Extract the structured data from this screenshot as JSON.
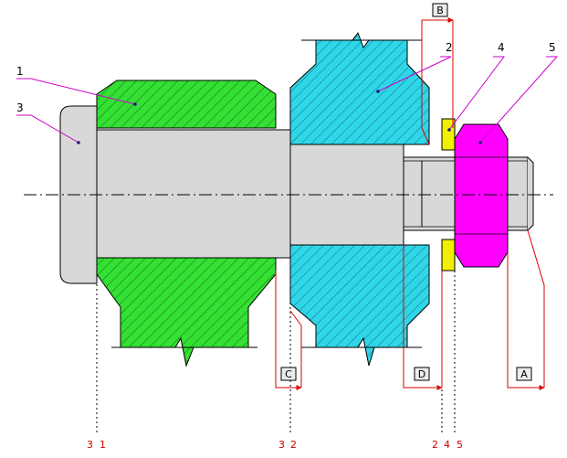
{
  "parts": [
    {
      "id": "1",
      "name": "green-part",
      "color": "#33e033"
    },
    {
      "id": "2",
      "name": "cyan-part",
      "color": "#2fd6e8"
    },
    {
      "id": "3",
      "name": "bolt",
      "color": "#d8d8d8"
    },
    {
      "id": "4",
      "name": "washer",
      "color": "#f0f000"
    },
    {
      "id": "5",
      "name": "nut",
      "color": "#ff00ff"
    }
  ],
  "section_labels": [
    "B",
    "C",
    "D",
    "A"
  ],
  "axis_labels": {
    "group1": [
      "3",
      "1"
    ],
    "group2": [
      "3",
      "2"
    ],
    "group3": [
      "2",
      "4",
      "5"
    ]
  },
  "colors": {
    "leader": "#cc00cc",
    "section_line": "#dd0000",
    "outline": "#000000",
    "axis": "#000000"
  }
}
